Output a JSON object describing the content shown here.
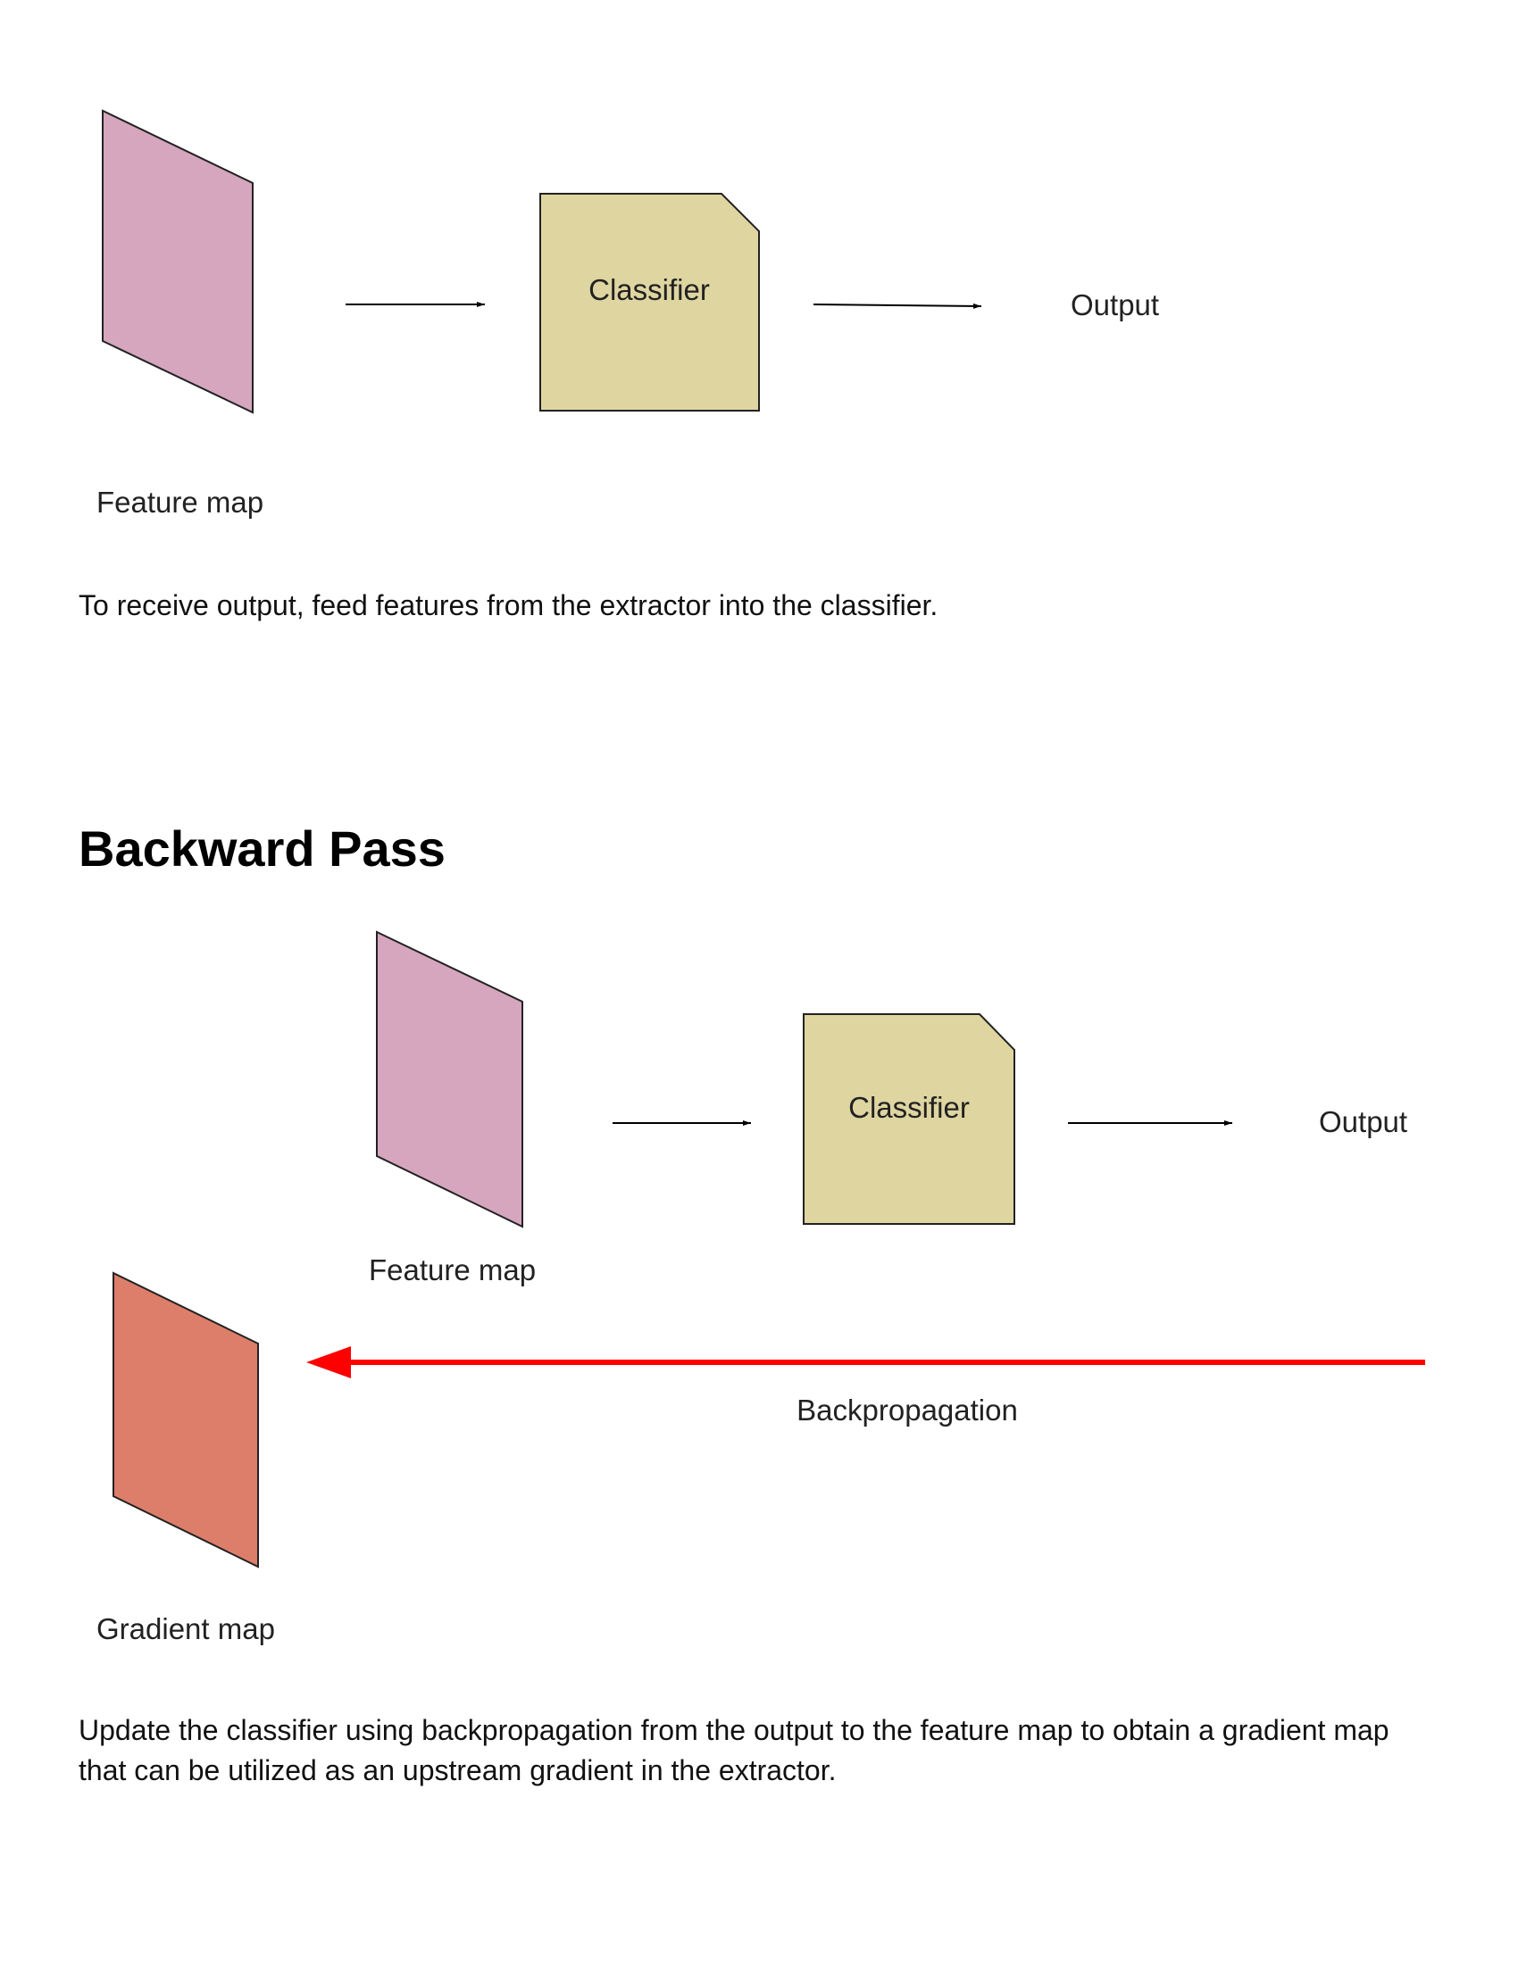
{
  "forward_diagram": {
    "feature_map_label": "Feature map",
    "classifier_label": "Classifier",
    "output_label": "Output"
  },
  "forward_caption": "To receive output, feed features from the extractor into the classifier.",
  "backward_section": {
    "heading": "Backward Pass"
  },
  "backward_diagram": {
    "feature_map_label": "Feature map",
    "classifier_label": "Classifier",
    "output_label": "Output",
    "backprop_label": "Backpropagation",
    "gradient_map_label": "Gradient map"
  },
  "backward_caption": "Update the classifier using backpropagation from the output to the feature map to obtain a gradient map that can be utilized as an upstream gradient in the extractor.",
  "colors": {
    "feature_map_fill": "#D5A6BD",
    "classifier_fill": "#DFD5A1",
    "gradient_map_fill": "#DD7E6B",
    "backprop_arrow": "#FF0000"
  }
}
